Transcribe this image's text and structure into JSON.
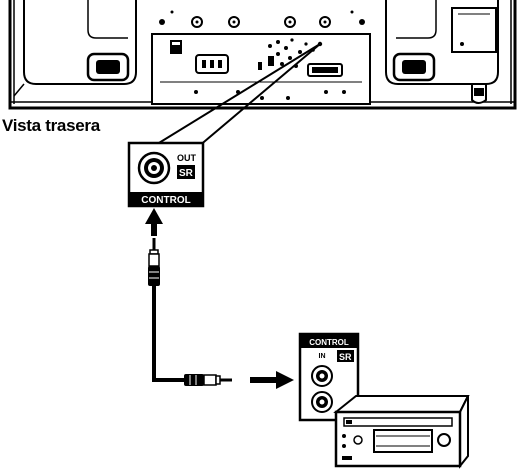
{
  "view_label": "Vista trasera",
  "control_panel": {
    "label": "CONTROL",
    "out_label": "OUT",
    "sr_label": "SR"
  },
  "receiver_panel": {
    "label": "CONTROL",
    "in_label": "IN",
    "sr_label": "SR"
  }
}
